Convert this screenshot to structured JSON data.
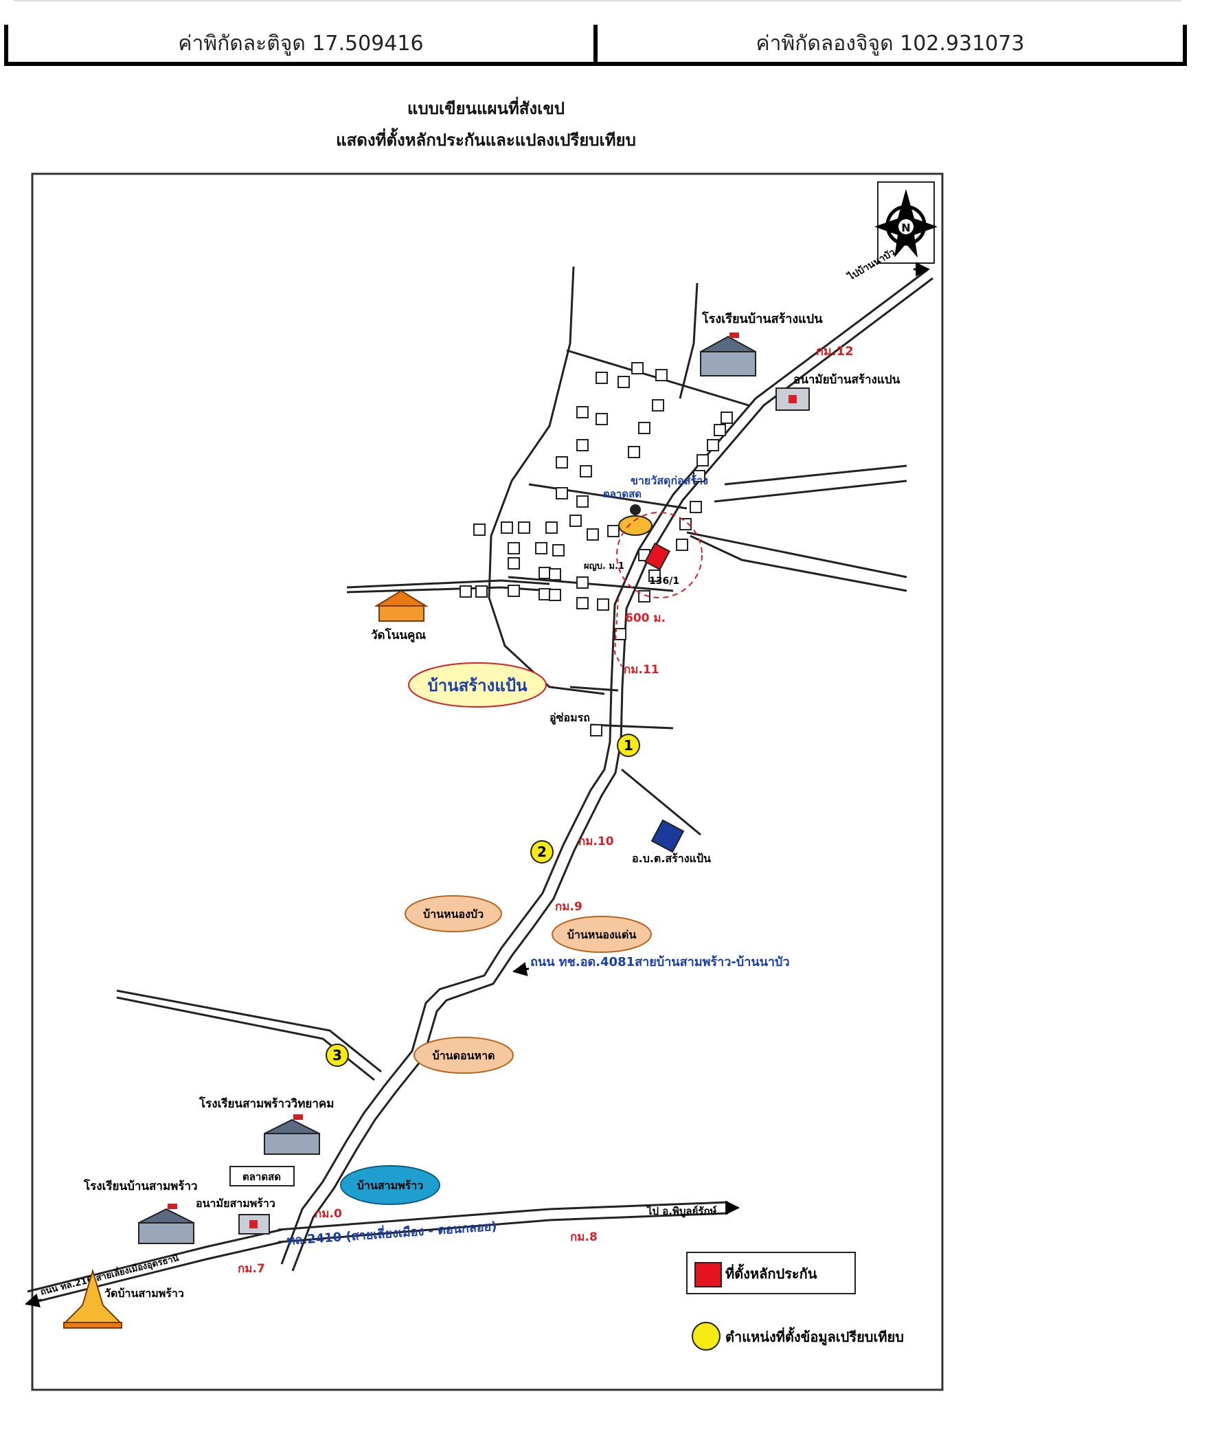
{
  "coords": {
    "latitude": "ค่าพิกัดละติจูด 17.509416",
    "longitude": "ค่าพิกัดลองจิจูด 102.931073"
  },
  "title": {
    "line1": "แบบเขียนแผนที่สังเขป",
    "line2": "แสดงที่ตั้งหลักประกันและแปลงเปรียบเทียบ"
  },
  "map": {
    "compass": "N",
    "road_to_nabua": "ไปบ้านนาบัว",
    "school_sangpan": "โรงเรียนบ้านสร้างแปน",
    "km12": "กม.12",
    "health_sangpan": "อนามัยบ้านสร้างแปน",
    "shop_construction": "ขายวัสดุก่อสร้าง",
    "fresh_market": "ตลาดสด",
    "youth_center": "ผญบ. ม.1",
    "parcel_no": "136/1",
    "distance": "600 ม.",
    "wat_nonkun": "วัดโนนคูณ",
    "village_sangpan": "บ้านสร้างแป้น",
    "km11": "กม.11",
    "garage": "อู่ซ่อมรถ",
    "km10": "กม.10",
    "obt": "อ.บ.ต.สร้างแป้น",
    "km9": "กม.9",
    "village_nongbua": "บ้านหนองบัว",
    "village_nongdaen": "บ้านหนองแด่น",
    "road_4081": "ถนน ทช.อด.4081สายบ้านสามพร้าว-บ้านนาบัว",
    "village_donhat": "บ้านดอนหาด",
    "school_samphrao_wit": "โรงเรียนสามพร้าววิทยาคม",
    "market2": "ตลาดสด",
    "village_samphrao": "บ้านสามพร้าว",
    "school_samphrao": "โรงเรียนบ้านสามพร้าว",
    "health_samphrao": "อนามัยสามพร้าว",
    "km0": "กม.0",
    "to_phibun": "ไป อ.พิบูลย์รักษ์",
    "road_2410": "ทล.2410 (สายเลี่ยงเมือง - ดอนกลอย)",
    "km8": "กม.8",
    "road_216": "ถนน ทล.216 สายเลี่ยงเมืองอุดรธานี",
    "km7": "กม.7",
    "wat_samphrao": "วัดบ้านสามพร้าว",
    "point1": "1",
    "point2": "2",
    "point3": "3"
  },
  "legend": {
    "collateral": "ที่ตั้งหลักประกัน",
    "comparison": "ตำแหน่งที่ตั้งข้อมูลเปรียบเทียบ"
  },
  "colors": {
    "collateral": "#e5131d",
    "comparison": "#f5ea14",
    "obt": "#1b3a9a",
    "village": "#f6c8a0",
    "village_sangpan_bg": "#fff9b5",
    "village_sangpan_text": "#1a3ea8",
    "samphrao_bg": "#1f9fd0",
    "road_label": "#1a3ea8",
    "km_label": "#d71f26"
  }
}
